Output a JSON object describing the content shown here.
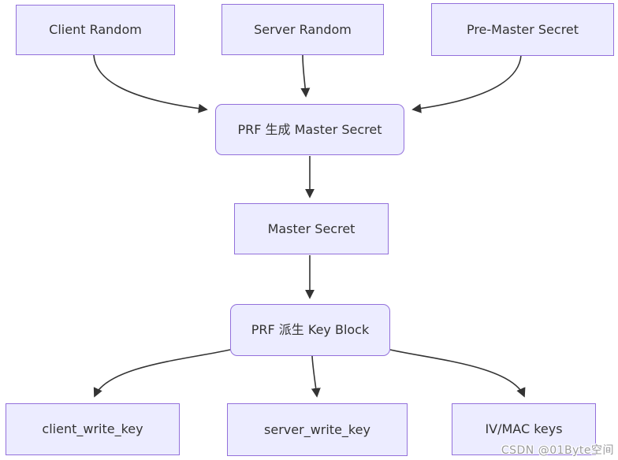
{
  "diagram": {
    "type": "flowchart",
    "direction": "top-down",
    "colors": {
      "node_fill": "#ECECFF",
      "node_border": "#9370DB",
      "node_text": "#333333",
      "edge_stroke": "#333333",
      "background": "#ffffff"
    },
    "nodes": [
      {
        "id": "client-random",
        "label": "Client Random",
        "shape": "rect"
      },
      {
        "id": "server-random",
        "label": "Server Random",
        "shape": "rect"
      },
      {
        "id": "pre-master-secret",
        "label": "Pre-Master Secret",
        "shape": "rect"
      },
      {
        "id": "prf-generate-master-secret",
        "label": "PRF 生成 Master Secret",
        "shape": "rounded"
      },
      {
        "id": "master-secret",
        "label": "Master Secret",
        "shape": "rect"
      },
      {
        "id": "prf-derive-key-block",
        "label": "PRF 派生 Key Block",
        "shape": "rounded"
      },
      {
        "id": "client-write-key",
        "label": "client_write_key",
        "shape": "rect"
      },
      {
        "id": "server-write-key",
        "label": "server_write_key",
        "shape": "rect"
      },
      {
        "id": "iv-mac-keys",
        "label": "IV/MAC keys",
        "shape": "rect"
      }
    ],
    "edges": [
      {
        "from": "client-random",
        "to": "prf-generate-master-secret"
      },
      {
        "from": "server-random",
        "to": "prf-generate-master-secret"
      },
      {
        "from": "pre-master-secret",
        "to": "prf-generate-master-secret"
      },
      {
        "from": "prf-generate-master-secret",
        "to": "master-secret"
      },
      {
        "from": "master-secret",
        "to": "prf-derive-key-block"
      },
      {
        "from": "prf-derive-key-block",
        "to": "client-write-key"
      },
      {
        "from": "prf-derive-key-block",
        "to": "server-write-key"
      },
      {
        "from": "prf-derive-key-block",
        "to": "iv-mac-keys"
      }
    ]
  },
  "watermark": {
    "text": "CSDN @01Byte空间"
  }
}
